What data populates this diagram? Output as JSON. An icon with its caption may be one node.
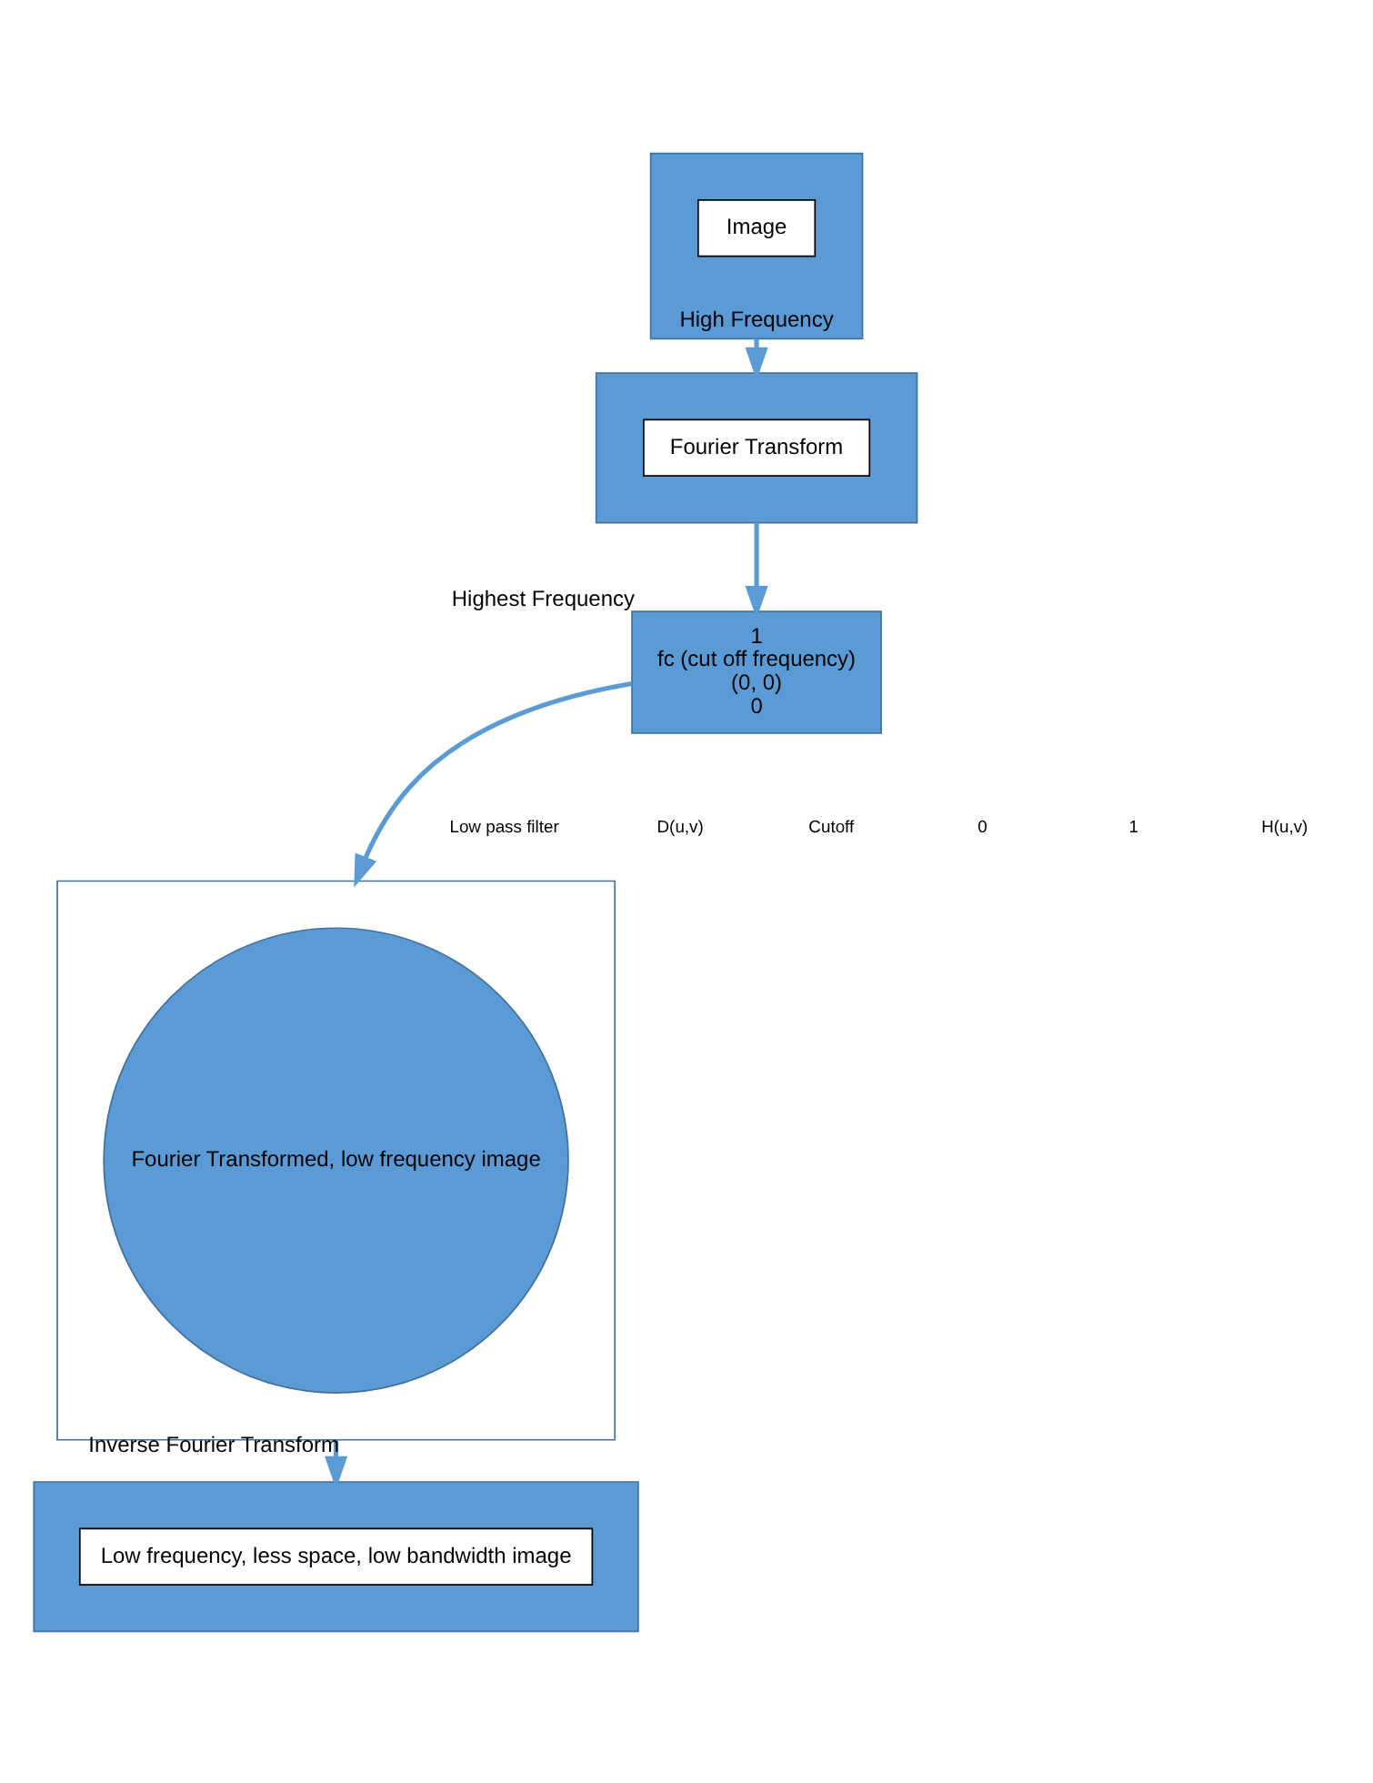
{
  "diagram": {
    "nodes": [
      {
        "text": [
          "High Frequency"
        ]
      },
      {
        "text": [
          "Image"
        ],
        "in": 0
      },
      {
        "text": [],
        "shape": "box"
      },
      {
        "text": [
          "Fourier Transform"
        ],
        "in": 2
      },
      {
        "text": [
          "1",
          "fc (cut off frequency)",
          "(0, 0)",
          "0"
        ],
        "beside": [
          "Highest Frequency"
        ]
      },
      {
        "text": [],
        "shape": "box"
      },
      {
        "text": [
          "Fourier Transformed, low frequency image"
        ],
        "in": 5
      },
      {
        "text": [],
        "shape": "box"
      },
      {
        "text": [
          "Low frequency, less space, low bandwidth image"
        ],
        "in": 7
      }
    ],
    "edges": [
      {
        "from": 0,
        "to": 2,
        "arrow": "to"
      },
      {
        "from": 2,
        "to": 4,
        "arrow": "to"
      },
      {
        "from": 4,
        "to": 5,
        "arrow": "to"
      },
      {
        "from": 5,
        "to": 7,
        "arrow": "to",
        "label": "Inverse Fourier Transform"
      }
    ],
    "labels": [
      "H(u,v)",
      "1",
      "0",
      "Cutoff",
      "D(u,v)",
      "Low pass filter"
    ]
  }
}
